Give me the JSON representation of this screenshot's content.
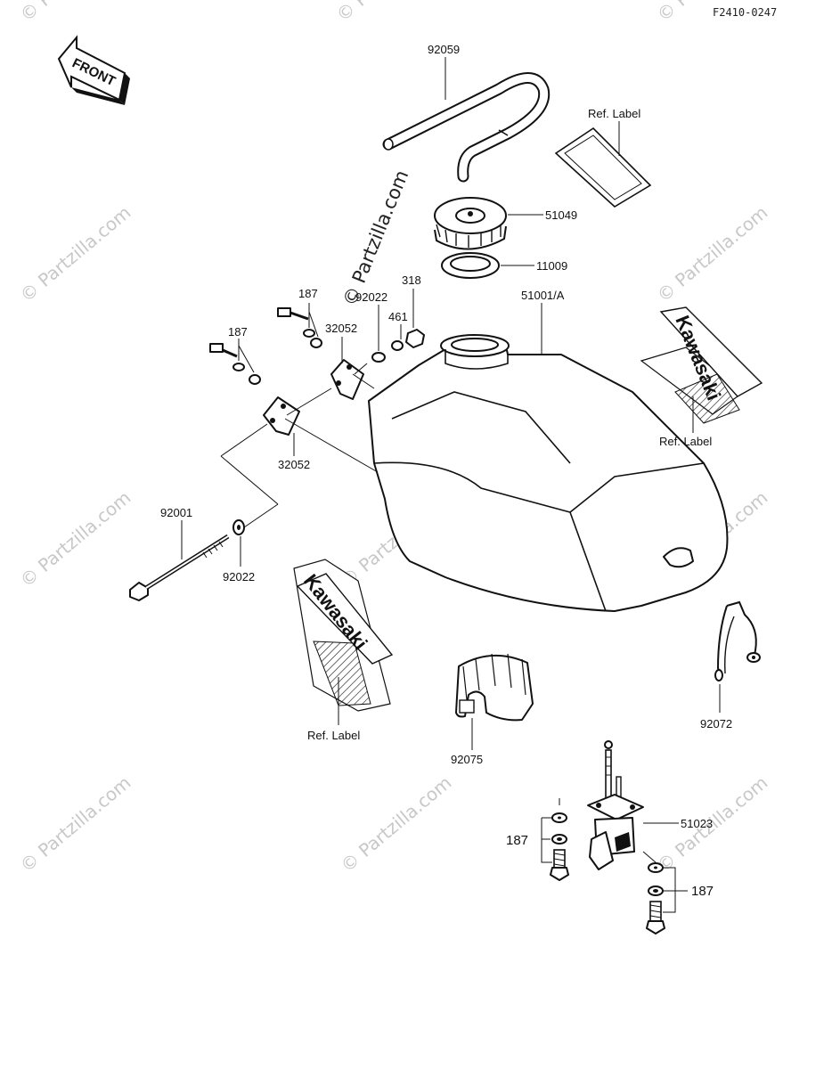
{
  "diagram": {
    "code": "F2410-0247",
    "front_label": "FRONT",
    "watermark": "© Partzilla.com",
    "brand_text": "Kawasaki",
    "parts": {
      "hose": "92059",
      "cap": "51049",
      "gasket": "11009",
      "tank": "51001/A",
      "bolt_top": "187",
      "bolt_left": "187",
      "washer_top": "92022",
      "part_318": "318",
      "part_461": "461",
      "bracket_top": "32052",
      "bracket_bottom": "32052",
      "long_bolt": "92001",
      "washer_bottom": "92022",
      "damper": "92075",
      "strap": "92072",
      "fuel_cock": "51023",
      "cock_bolts_left": "187",
      "cock_bolts_right": "187"
    },
    "ref_labels": {
      "top": "Ref. Label",
      "right": "Ref. Label",
      "left": "Ref. Label"
    }
  }
}
